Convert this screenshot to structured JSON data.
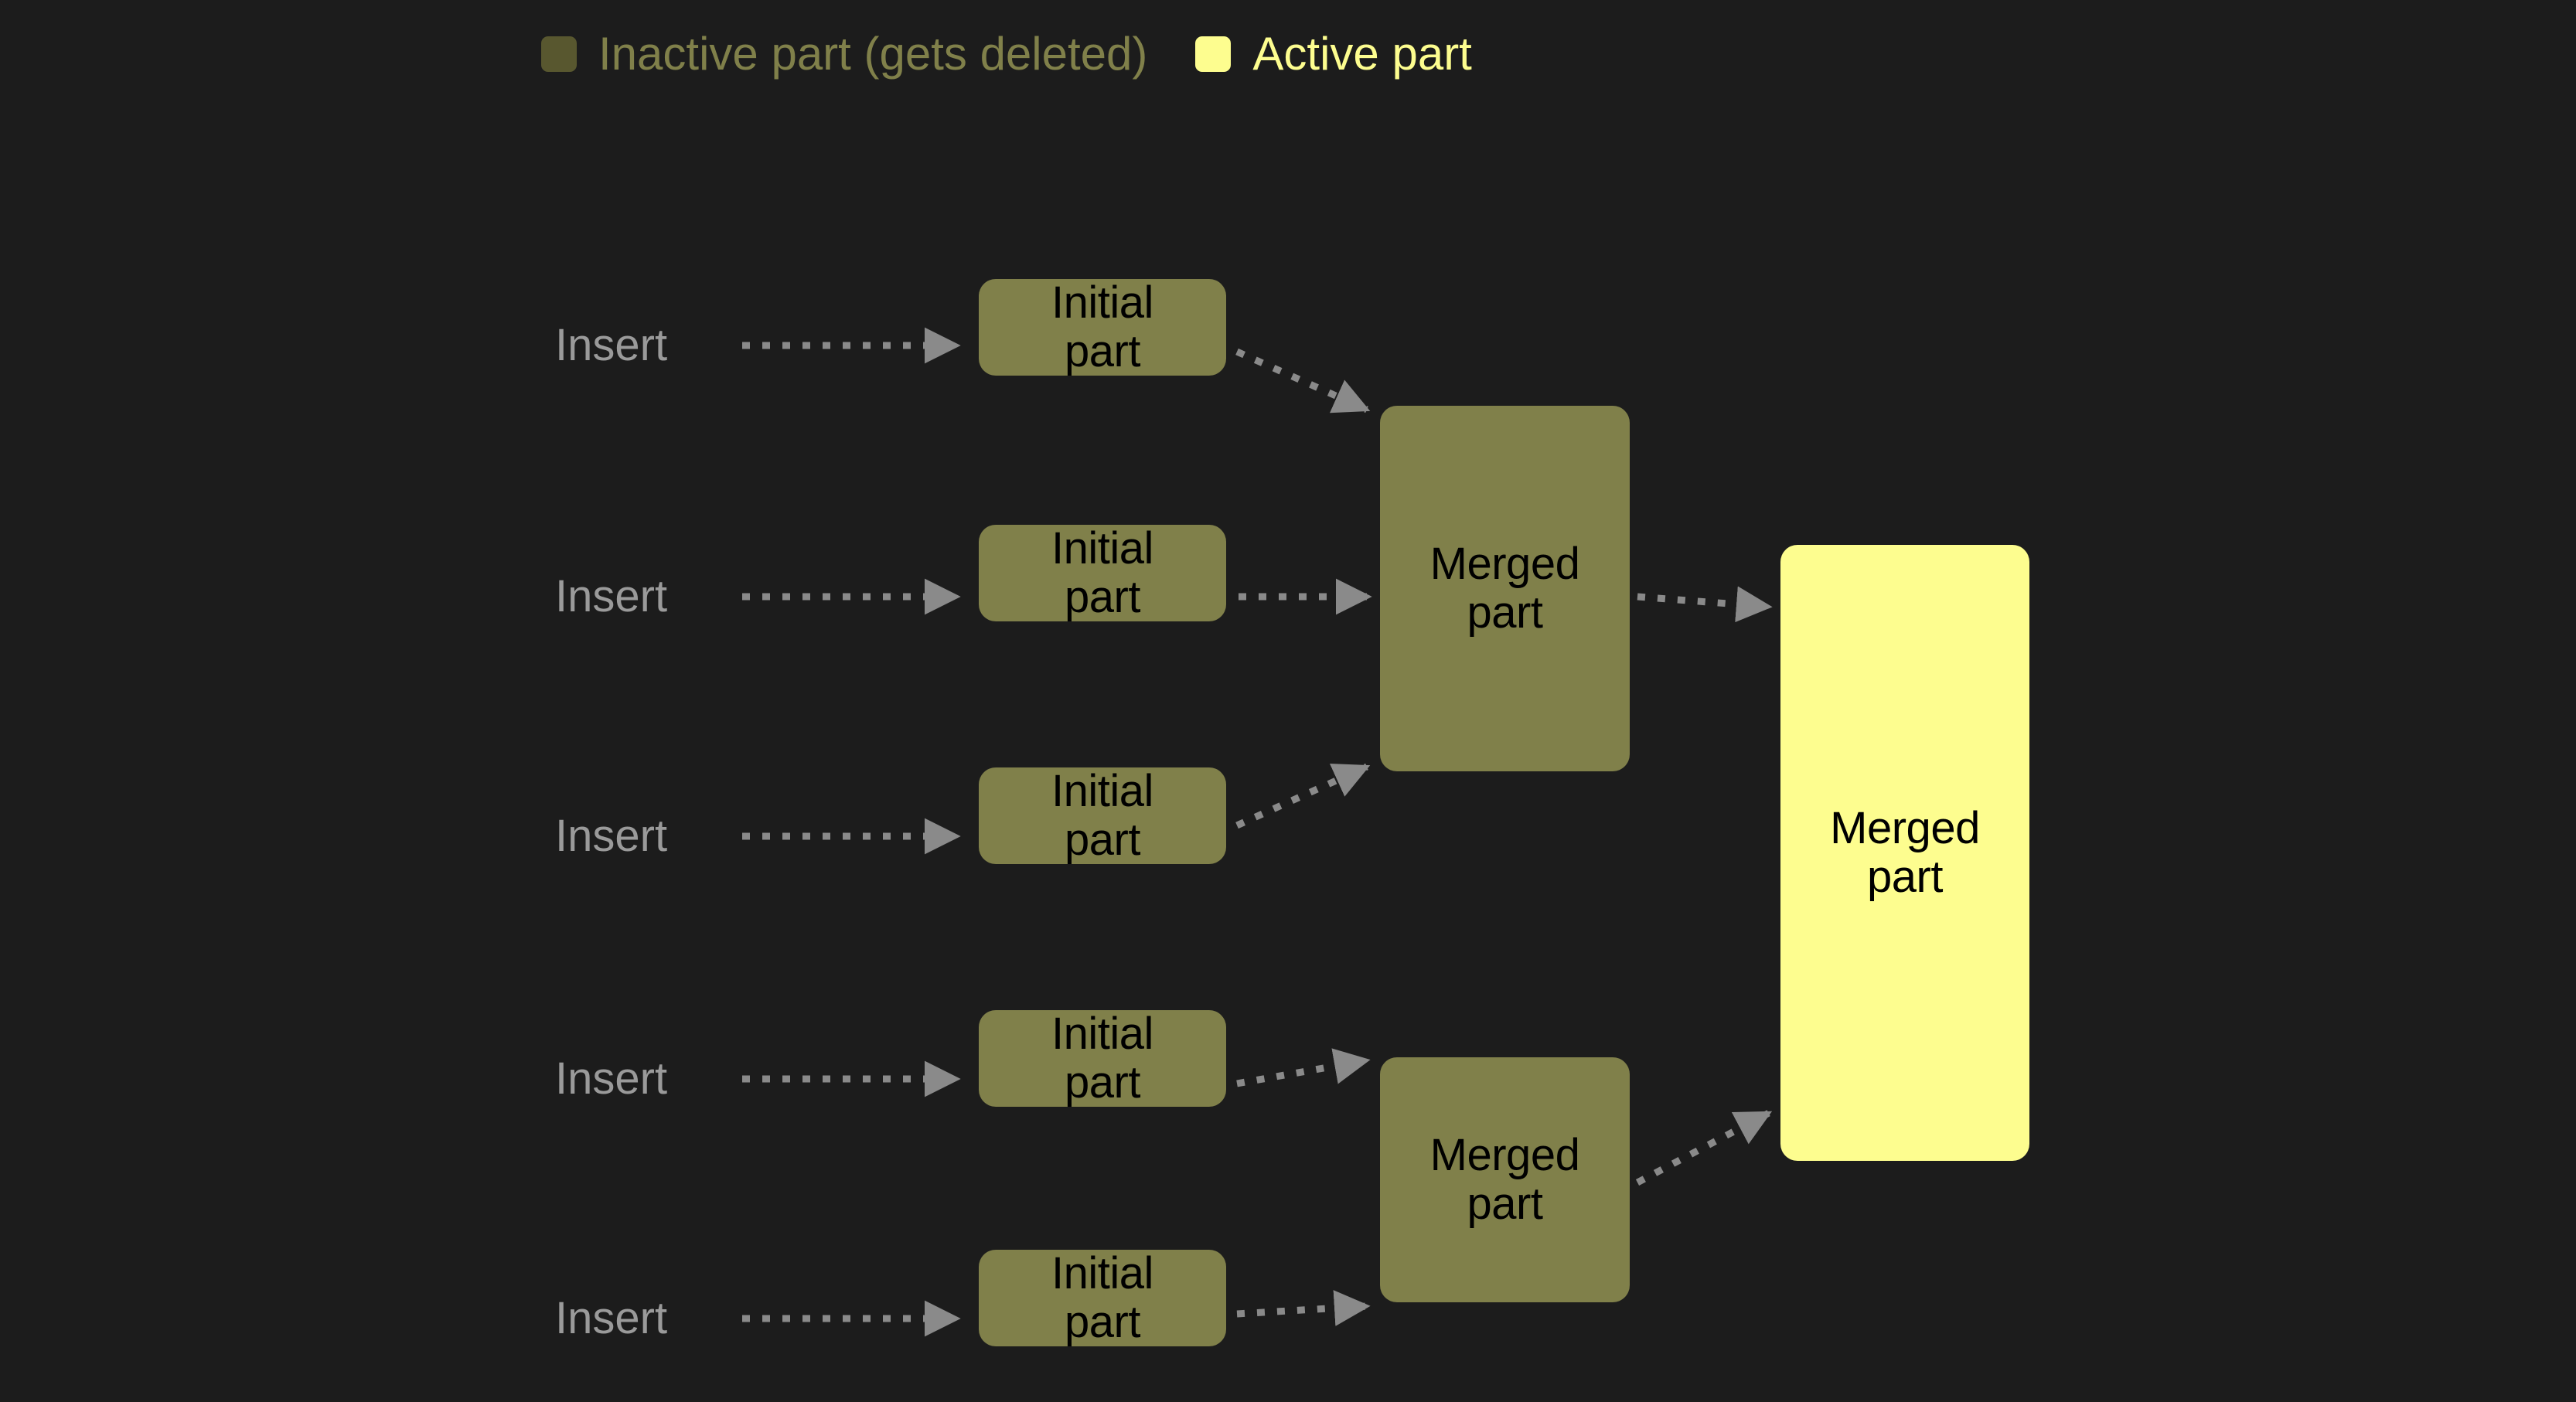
{
  "background_color": "#1c1c1c",
  "legend": {
    "entries": [
      {
        "label": "Inactive part (gets deleted)",
        "color": "#80804a",
        "swatch_color": "#58572f",
        "icon": "square-swatch-icon"
      },
      {
        "label": "Active part",
        "color": "#fdfd8f",
        "swatch_color": "#fdfd8f",
        "icon": "square-swatch-icon"
      }
    ]
  },
  "diagram": {
    "type": "flow-diagram",
    "arrow_color": "#8a8a8a",
    "arrow_style": "dotted",
    "insert_labels": [
      {
        "text": "Insert",
        "row": 1
      },
      {
        "text": "Insert",
        "row": 2
      },
      {
        "text": "Insert",
        "row": 3
      },
      {
        "text": "Insert",
        "row": 4
      },
      {
        "text": "Insert",
        "row": 5
      }
    ],
    "initial_parts": [
      {
        "line1": "Initial",
        "line2": "part"
      },
      {
        "line1": "Initial",
        "line2": "part"
      },
      {
        "line1": "Initial",
        "line2": "part"
      },
      {
        "line1": "Initial",
        "line2": "part"
      },
      {
        "line1": "Initial",
        "line2": "part"
      }
    ],
    "merged_parts": [
      {
        "line1": "Merged",
        "line2": "part",
        "state": "inactive"
      },
      {
        "line1": "Merged",
        "line2": "part",
        "state": "inactive"
      }
    ],
    "final_part": {
      "line1": "Merged",
      "line2": "part",
      "state": "active"
    }
  }
}
